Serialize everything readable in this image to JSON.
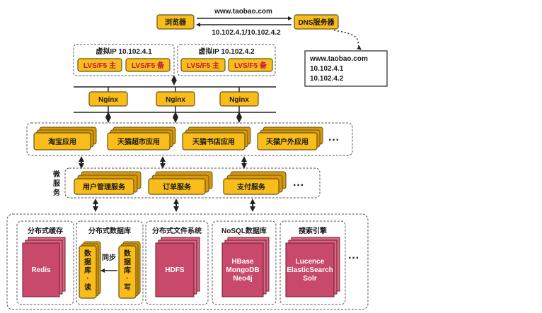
{
  "browser": "浏览器",
  "dns_server": "DNS服务器",
  "url_top": "www.taobao.com",
  "ip_pair": "10.102.4.1/10.102.4.2",
  "dns_record": {
    "domain": "www.taobao.com",
    "ip1": "10.102.4.1",
    "ip2": "10.102.4.2"
  },
  "vip_groups": [
    {
      "title": "虚拟IP 10.102.4.1",
      "master": "LVS/F5 主",
      "backup": "LVS/F5 备"
    },
    {
      "title": "虚拟IP 10.102.4.2",
      "master": "LVS/F5 主",
      "backup": "LVS/F5 备"
    }
  ],
  "nginx": [
    "Nginx",
    "Nginx",
    "Nginx"
  ],
  "apps": [
    "淘宝应用",
    "天猫超市应用",
    "天猫书店应用",
    "天猫户外应用"
  ],
  "micro_label": [
    "微",
    "服",
    "务"
  ],
  "services": [
    "用户管理服务",
    "订单服务",
    "支付服务"
  ],
  "ellipsis": "···",
  "storage": {
    "cache": {
      "title": "分布式缓存",
      "item": "Redis"
    },
    "db": {
      "title": "分布式数据库",
      "read_lines": [
        "数",
        "据",
        "库",
        "·",
        "读"
      ],
      "write_lines": [
        "数",
        "据",
        "库",
        "·",
        "写"
      ],
      "sync": "同步"
    },
    "fs": {
      "title": "分布式文件系统",
      "item": "HDFS"
    },
    "nosql": {
      "title": "NoSQL数据库",
      "items": [
        "HBase",
        "MongoDB",
        "Neo4j"
      ]
    },
    "search": {
      "title": "搜索引擎",
      "items": [
        "Lucence",
        "ElasticSearch",
        "Solr"
      ]
    }
  }
}
